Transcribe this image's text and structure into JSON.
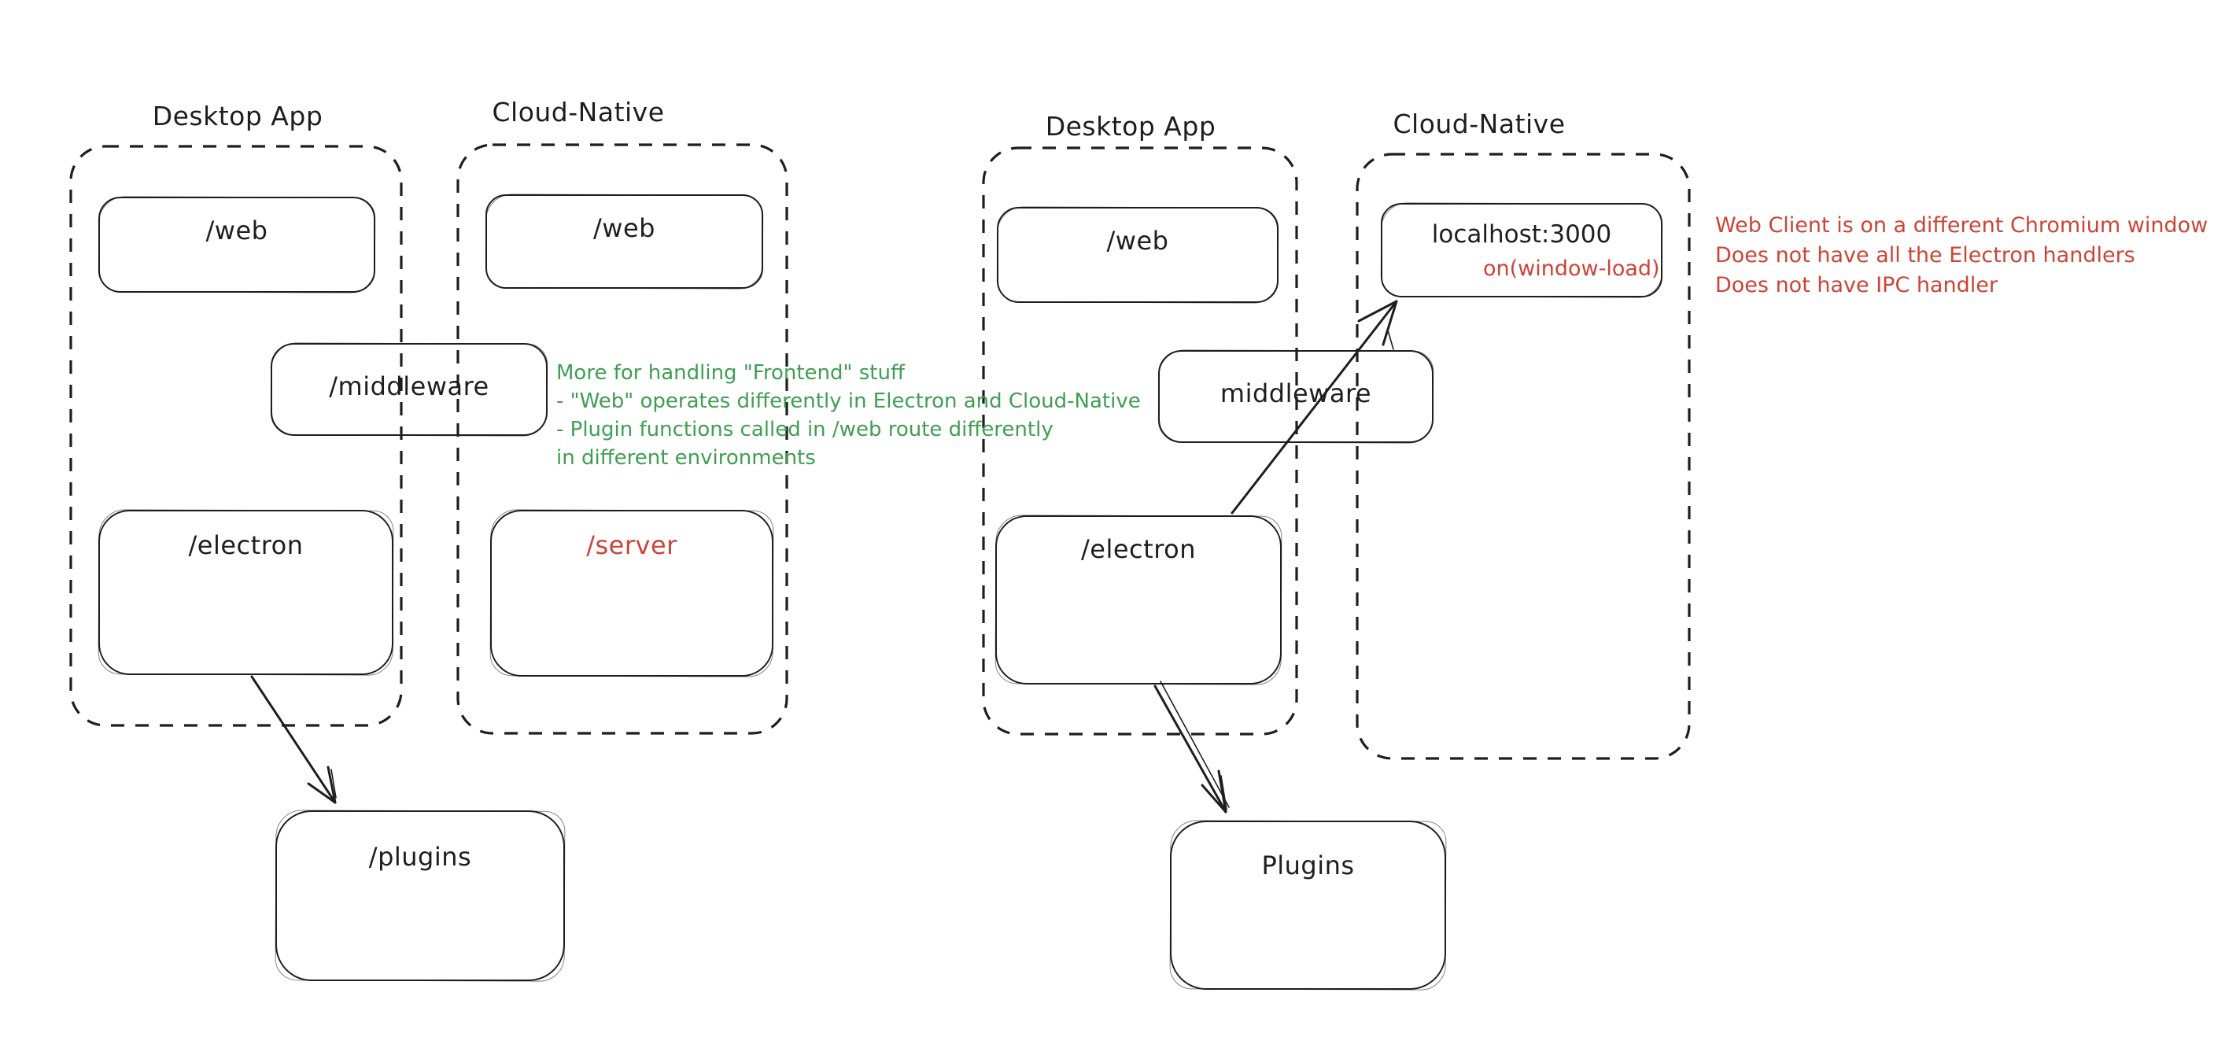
{
  "palette": {
    "ink": "#1e1e1e",
    "green": "#3f9e52",
    "red": "#cc4437",
    "background": "#ffffff"
  },
  "diagram_left": {
    "desktop_group_title": "Desktop App",
    "cloud_group_title": "Cloud-Native",
    "boxes": {
      "web_desktop": "/web",
      "web_cloud": "/web",
      "middleware": "/middleware",
      "electron": "/electron",
      "server": "/server",
      "plugins": "/plugins"
    },
    "green_note_lines": [
      "More for handling \"Frontend\" stuff",
      "- \"Web\" operates differently in Electron and Cloud-Native",
      "- Plugin functions called in /web route differently",
      "in different environments"
    ]
  },
  "diagram_right": {
    "desktop_group_title": "Desktop App",
    "cloud_group_title": "Cloud-Native",
    "boxes": {
      "web": "/web",
      "localhost": "localhost:3000",
      "localhost_sub": "on(window-load)",
      "middleware": "middleware",
      "electron": "/electron",
      "plugins": "Plugins"
    },
    "red_note_lines": [
      "Web Client is on a different Chromium window",
      "Does not have all the Electron handlers",
      "Does not have IPC handler"
    ]
  }
}
